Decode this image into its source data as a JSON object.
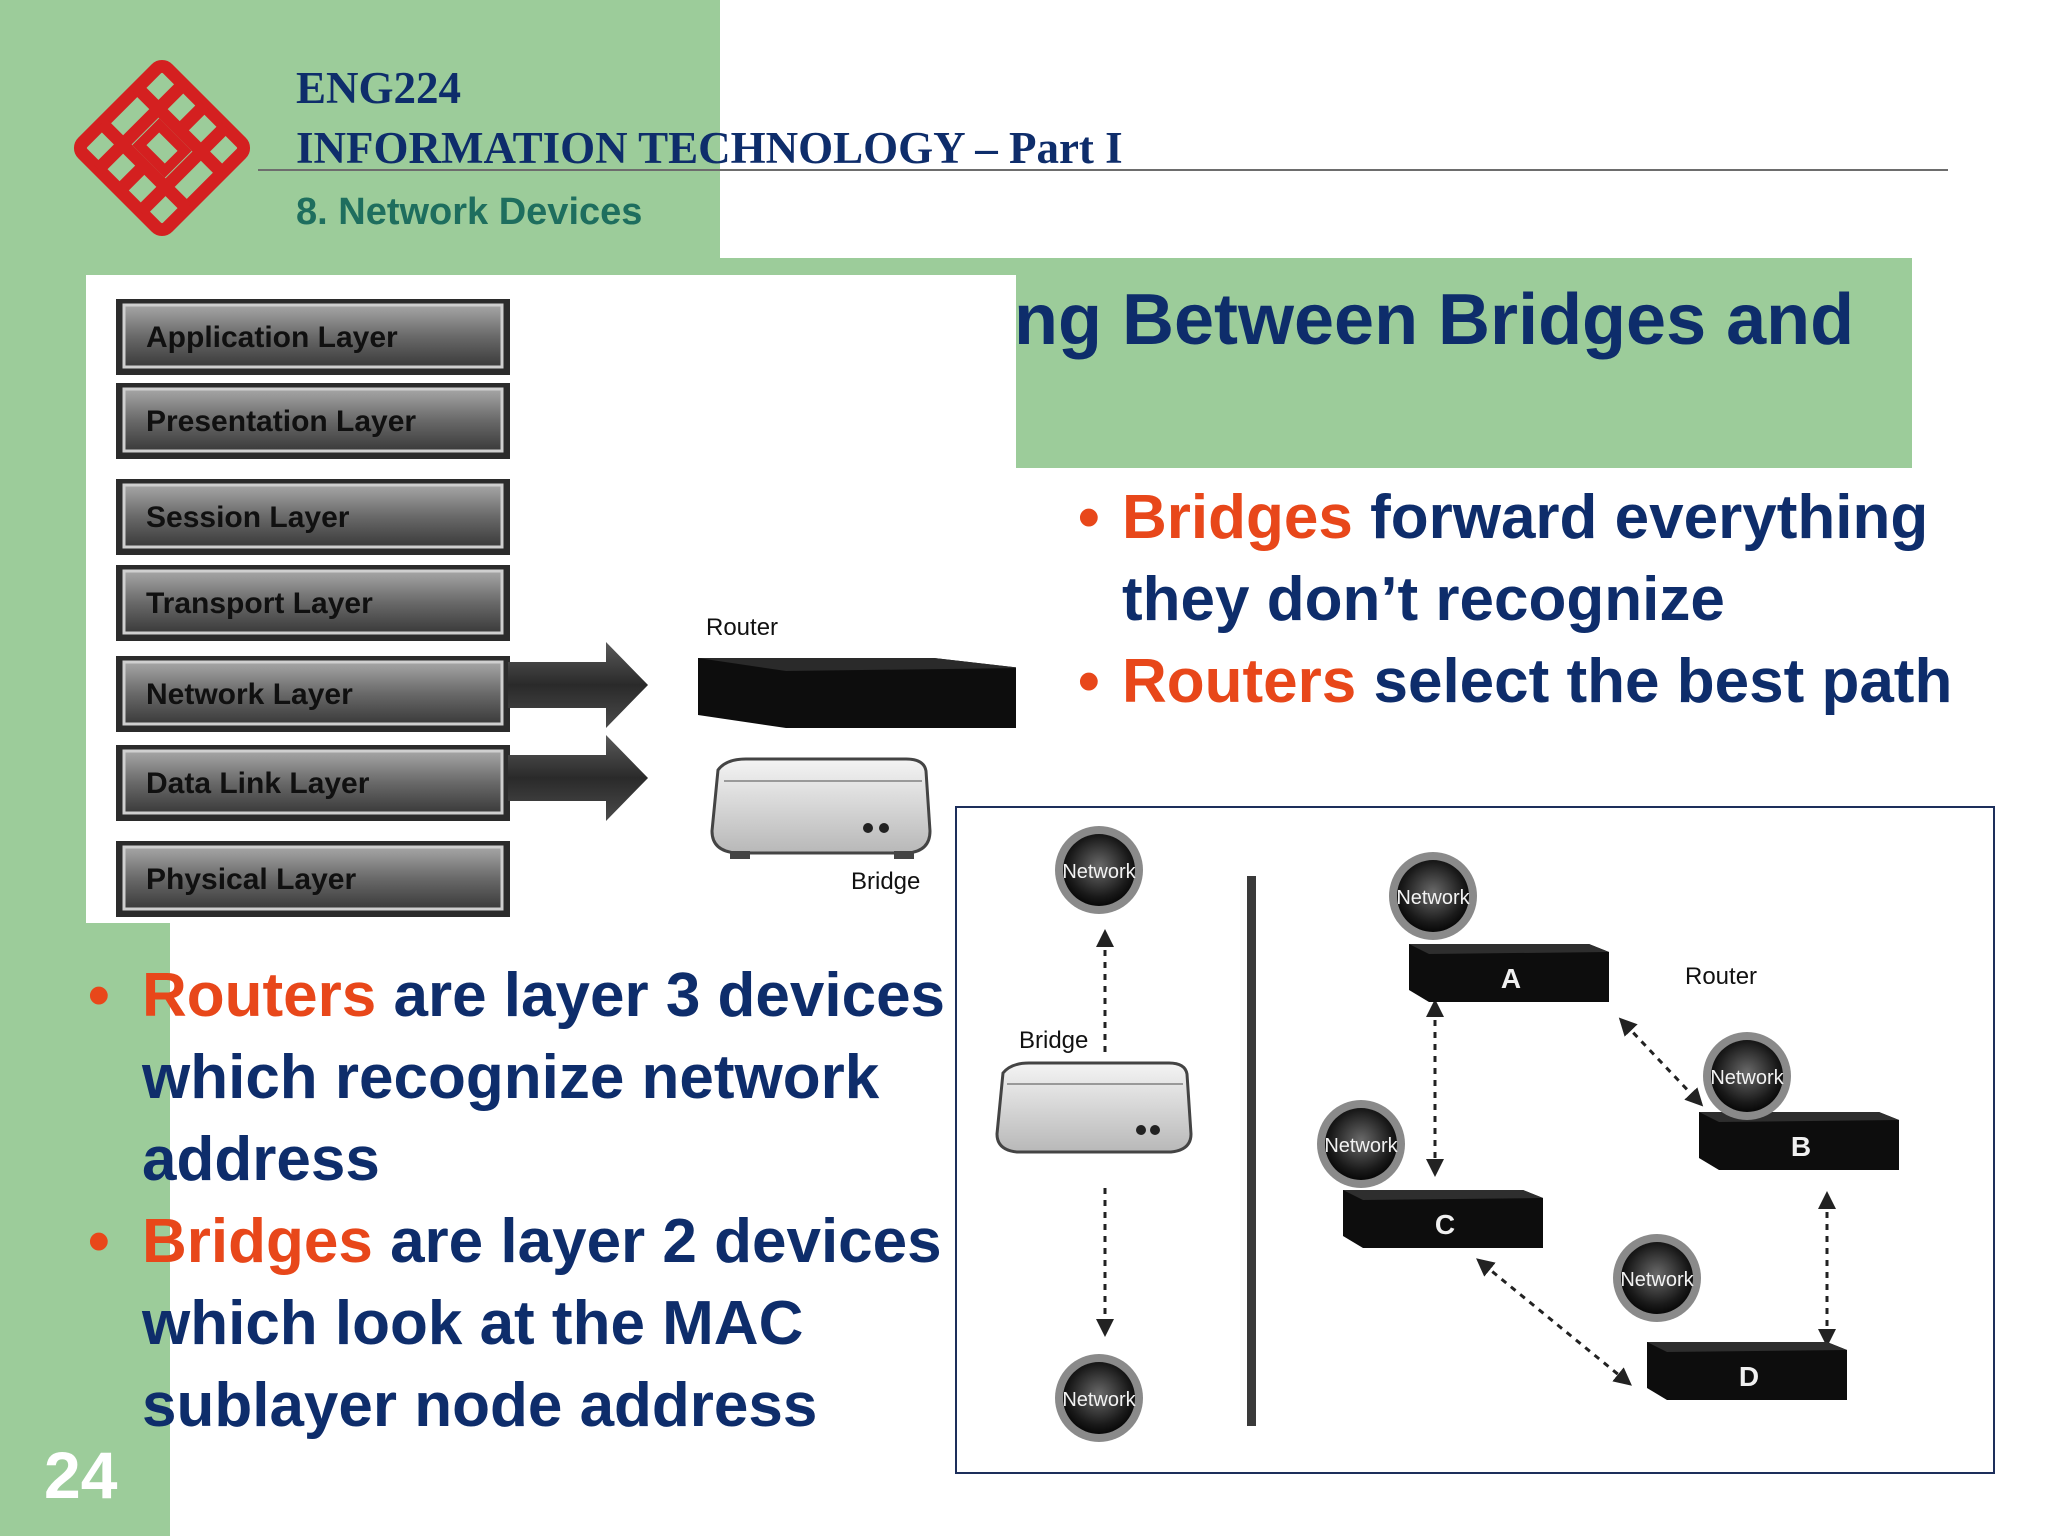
{
  "header": {
    "course_code": "ENG224",
    "course_title": "INFORMATION TECHNOLOGY – Part I",
    "section": "8. Network Devices"
  },
  "slide": {
    "title": "Distinguishing Between Bridges and Routers",
    "number": "24"
  },
  "bullets_right": [
    {
      "highlight": "Bridges",
      "text": " forward everything they don’t recognize"
    },
    {
      "highlight": "Routers",
      "text": " select the best path"
    }
  ],
  "bullets_left": [
    {
      "highlight": "Routers",
      "text": " are layer 3 devices which recognize network address"
    },
    {
      "highlight": "Bridges",
      "text": " are layer 2 devices which look at the MAC sublayer node address"
    }
  ],
  "osi_diagram": {
    "layers": [
      "Application Layer",
      "Presentation Layer",
      "Session Layer",
      "Transport Layer",
      "Network Layer",
      "Data Link Layer",
      "Physical Layer"
    ],
    "router_label": "Router",
    "bridge_label": "Bridge"
  },
  "routing_diagram": {
    "network_label": "Network",
    "bridge_label": "Bridge",
    "router_label": "Router",
    "routers": [
      "A",
      "B",
      "C",
      "D"
    ]
  },
  "colors": {
    "green": "#9ccc9a",
    "navy": "#0e2d6b",
    "highlight": "#e8471a",
    "section_teal": "#1e6e5e",
    "logo_red": "#d42020"
  },
  "logo": {
    "icon": "polyu-logo-icon"
  }
}
